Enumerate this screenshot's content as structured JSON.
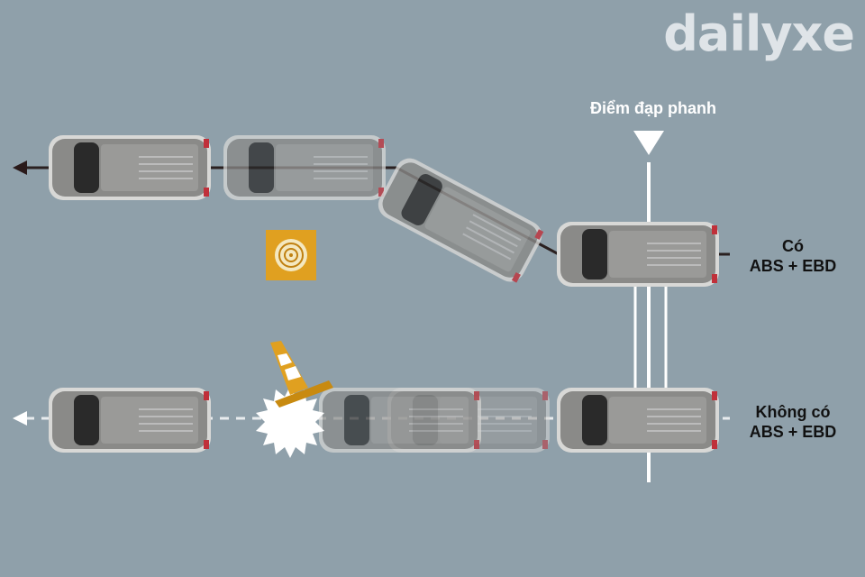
{
  "logo": {
    "text": "dailyxe"
  },
  "brake_point": {
    "label": "Điểm đạp phanh"
  },
  "rows": [
    {
      "label_line1": "Có",
      "label_line2": "ABS + EBD",
      "path_style": "solid",
      "obstacle": "manhole-cover"
    },
    {
      "label_line1": "Không có",
      "label_line2": "ABS + EBD",
      "path_style": "dashed",
      "obstacle": "traffic-cone-collision"
    }
  ],
  "colors": {
    "background": "#8fa0aa",
    "car_body": "#8a8a88",
    "obstacle_orange": "#e0a020",
    "text_dark": "#111111",
    "text_light": "#ffffff"
  }
}
